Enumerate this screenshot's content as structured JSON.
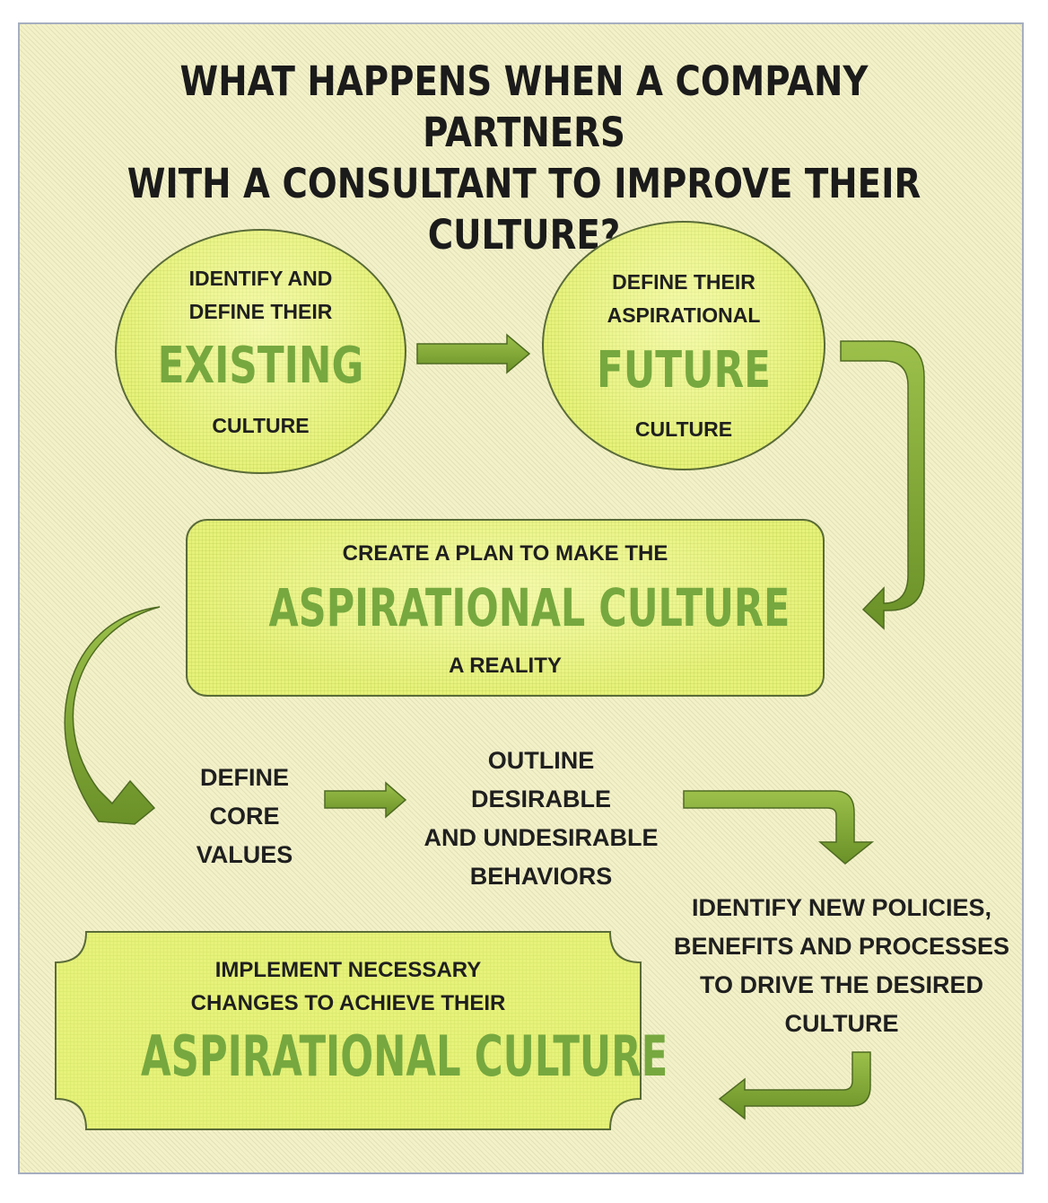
{
  "title": {
    "line1": "WHAT HAPPENS WHEN A COMPANY PARTNERS",
    "line2": "WITH A CONSULTANT TO IMPROVE THEIR CULTURE?"
  },
  "steps": {
    "existing": {
      "pre1": "IDENTIFY AND",
      "pre2": "DEFINE THEIR",
      "big": "EXISTING",
      "post": "CULTURE"
    },
    "future": {
      "pre1": "DEFINE THEIR",
      "pre2": "ASPIRATIONAL",
      "big": "FUTURE",
      "post": "CULTURE"
    },
    "plan": {
      "pre": "CREATE A PLAN TO MAKE THE",
      "big": "ASPIRATIONAL CULTURE",
      "post": "A REALITY"
    },
    "core_values": {
      "line1": "DEFINE",
      "line2": "CORE",
      "line3": "VALUES"
    },
    "behaviors": {
      "line1": "OUTLINE",
      "line2": "DESIRABLE",
      "line3": "AND UNDESIRABLE",
      "line4": "BEHAVIORS"
    },
    "policies": {
      "line1": "IDENTIFY NEW POLICIES,",
      "line2": "BENEFITS AND PROCESSES",
      "line3": "TO DRIVE THE DESIRED",
      "line4": "CULTURE"
    },
    "implement": {
      "pre1": "IMPLEMENT NECESSARY",
      "pre2": "CHANGES TO ACHIEVE THEIR",
      "big": "ASPIRATIONAL CULTURE"
    }
  },
  "colors": {
    "shape_fill": "#e6f27a",
    "arrow_fill": "#7aa332",
    "big_text": "#76a83f",
    "background": "#f3f1c8"
  }
}
